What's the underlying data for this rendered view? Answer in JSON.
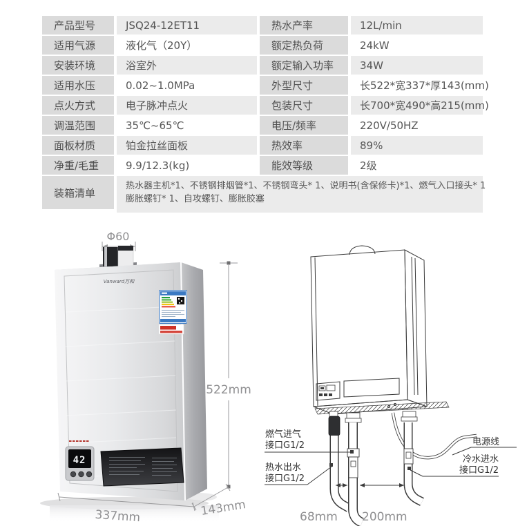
{
  "spec_table": {
    "rows": [
      {
        "l1": "产品型号",
        "v1": "JSQ24-12ET11",
        "l2": "热水产率",
        "v2": "12L/min"
      },
      {
        "l1": "适用气源",
        "v1": "液化气（20Y）",
        "l2": "额定热负荷",
        "v2": "24kW"
      },
      {
        "l1": "安装环境",
        "v1": "浴室外",
        "l2": "额定输入功率",
        "v2": "34W"
      },
      {
        "l1": "适用水压",
        "v1": "0.02~1.0MPa",
        "l2": "外型尺寸",
        "v2": "长522*宽337*厚143(mm)"
      },
      {
        "l1": "点火方式",
        "v1": "电子脉冲点火",
        "l2": "包装尺寸",
        "v2": "长700*宽490*高215(mm)"
      },
      {
        "l1": "调温范围",
        "v1": "35℃~65℃",
        "l2": "电压/频率",
        "v2": "220V/50HZ"
      },
      {
        "l1": "面板材质",
        "v1": "铂金拉丝面板",
        "l2": "热效率",
        "v2": "89%"
      },
      {
        "l1": "净重/毛重",
        "v1": "9.9/12.3(kg)",
        "l2": "能效等级",
        "v2": "2级"
      }
    ],
    "packing": {
      "label": "装箱清单",
      "line1": "热水器主机*1、不锈钢排烟管*1、不锈钢弯头* 1、说明书(含保修卡)*1、燃气入口接头* 1",
      "line2": "膨胀螺钉* 1、自攻螺钉、膨胀胶塞"
    }
  },
  "left_figure": {
    "flue_diameter": "Φ60",
    "height": "522mm",
    "width": "337mm",
    "depth": "143mm",
    "brand_logo": "Vanward万和",
    "display_temp": "42"
  },
  "right_figure": {
    "gas_label_line1": "燃气进气",
    "gas_label_line2": "接口G1/2",
    "hot_label_line1": "热水出水",
    "hot_label_line2": "接口G1/2",
    "cold_label_line1": "冷水进水",
    "cold_label_line2": "接口G1/2",
    "power_label": "电源线",
    "pipe_gap_left": "68mm",
    "pipe_gap_right": "200mm"
  },
  "colors": {
    "label_cell": "#dbdbdb",
    "gray_cell": "#ebebeb",
    "energy_label_blue": "#3a79c3",
    "sticker_red": "#cf3126"
  }
}
